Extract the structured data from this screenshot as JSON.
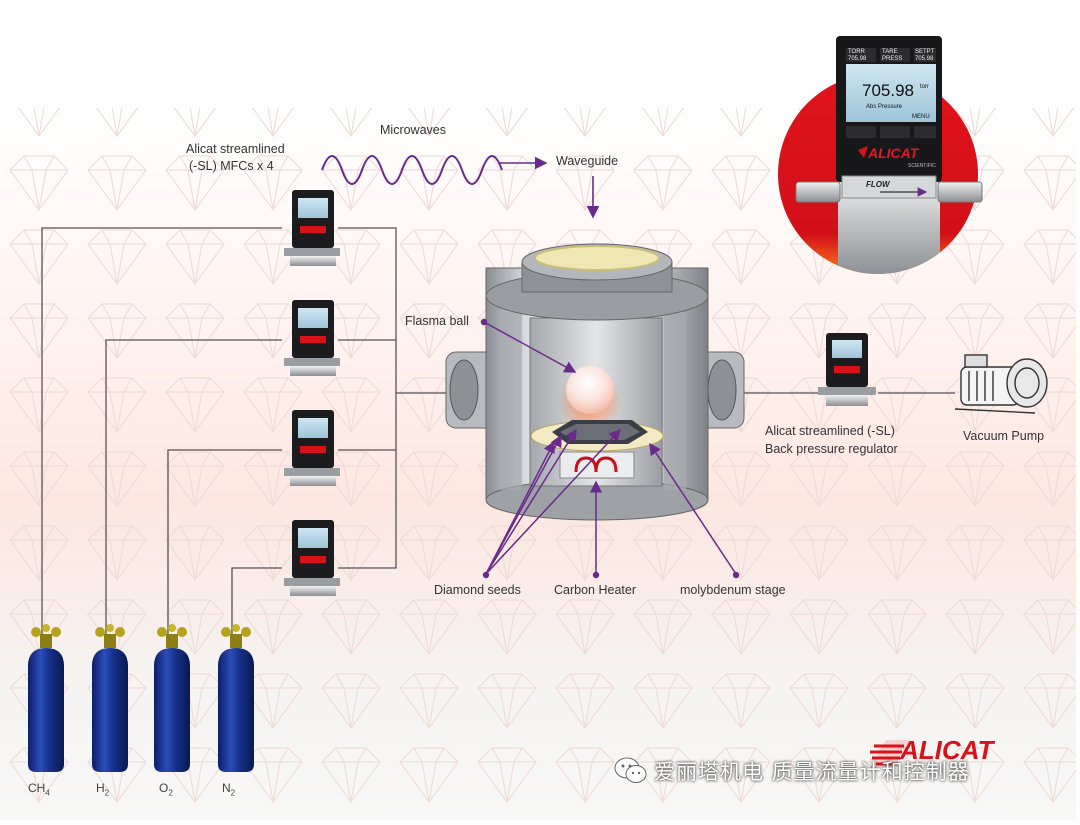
{
  "labels": {
    "mfc_group_line1": "Alicat streamlined",
    "mfc_group_line2": "(-SL) MFCs x 4",
    "microwaves": "Microwaves",
    "waveguide": "Waveguide",
    "plasma_ball": "Flasma ball",
    "back_pressure_line1": "Alicat streamlined (-SL)",
    "back_pressure_line2": "Back pressure regulator",
    "vacuum_pump": "Vacuum Pump",
    "diamond_seeds": "Diamond seeds",
    "carbon_heater": "Carbon Heater",
    "molybdenum_stage": "molybdenum stage"
  },
  "cylinders": [
    {
      "base": "CH",
      "sub": "4"
    },
    {
      "base": "H",
      "sub": "2"
    },
    {
      "base": "O",
      "sub": "2"
    },
    {
      "base": "N",
      "sub": "2"
    }
  ],
  "inset_device": {
    "columns": [
      "TORR\n705.98",
      "TARE\nPRESS",
      "SETPT\n705.98"
    ],
    "reading": "705.98",
    "unit": "torr",
    "caption": "Abs Pressure",
    "menu": "MENU",
    "brand": "ALICAT",
    "brand_sub": "SCIENTIFIC",
    "flow_label": "FLOW"
  },
  "watermark": {
    "text": "爱丽塔机电 质量流量计和控制器",
    "icon": "wechat-icon"
  },
  "logo_text": "ALICAT",
  "colors": {
    "accent_red": "#d8121b",
    "cylinder_blue": "#16318a",
    "pointer_purple": "#6a2a8c",
    "line": "#555555"
  }
}
